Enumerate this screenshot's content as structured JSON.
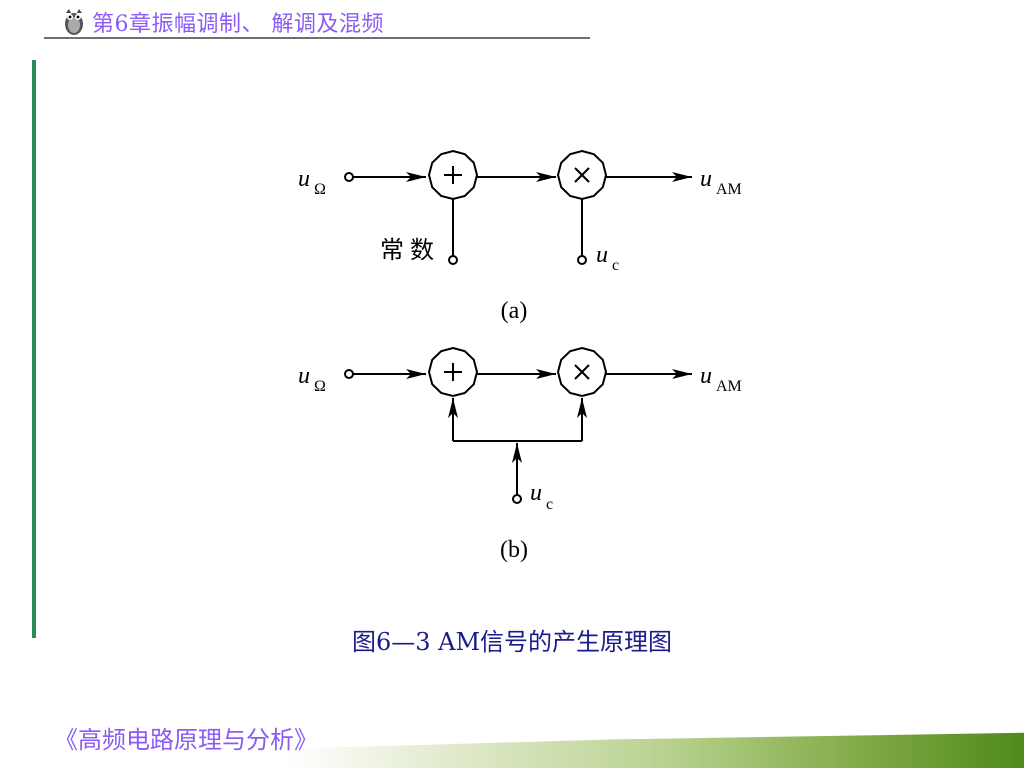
{
  "header": {
    "title": "第6章振幅调制、 解调及混频",
    "icon": "owl-icon"
  },
  "diagram_a": {
    "input_label": "u",
    "input_sub": "Ω",
    "output_label": "u",
    "output_sub": "AM",
    "adder_symbol": "+",
    "multiplier_symbol": "×",
    "constant_label": "常 数",
    "carrier_label": "u",
    "carrier_sub": "c",
    "panel_label": "(a)"
  },
  "diagram_b": {
    "input_label": "u",
    "input_sub": "Ω",
    "output_label": "u",
    "output_sub": "AM",
    "adder_symbol": "+",
    "multiplier_symbol": "×",
    "carrier_label": "u",
    "carrier_sub": "c",
    "panel_label": "(b)"
  },
  "caption": "图6—3 AM信号的产生原理图",
  "footer": {
    "title": "《高频电路原理与分析》"
  },
  "colors": {
    "header_text": "#8a5cf5",
    "caption_text": "#1a1a8c",
    "accent_bar": "#2e8b57"
  }
}
